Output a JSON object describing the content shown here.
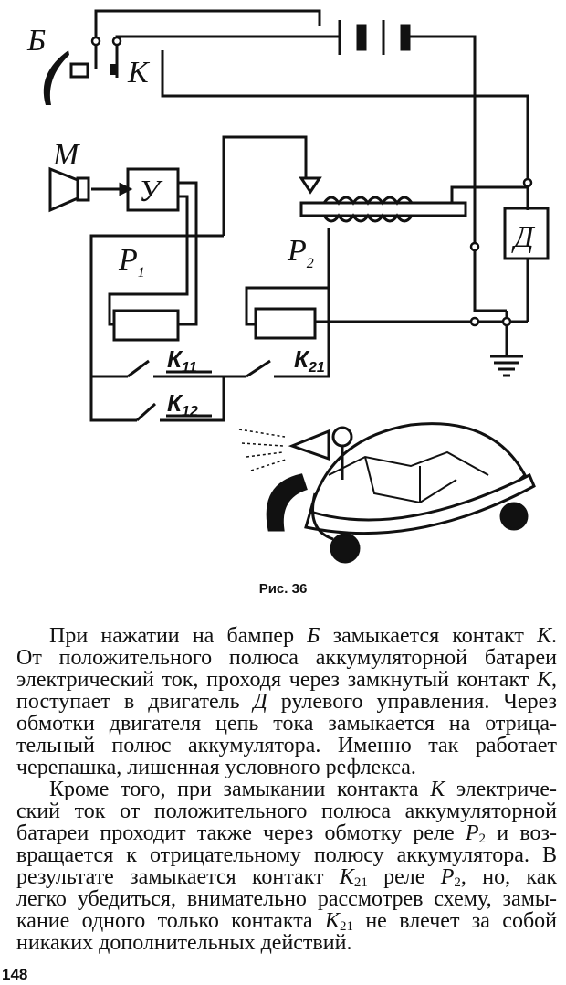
{
  "figure": {
    "labels": {
      "bumper": "Б",
      "contact": "К",
      "microphone": "М",
      "amplifier": "У",
      "relay1": "Р",
      "relay1_sub": "1",
      "relay2": "Р",
      "relay2_sub": "2",
      "motor": "Д",
      "k11": "К",
      "k11_sub": "11",
      "k21": "К",
      "k21_sub": "21",
      "k12": "К",
      "k12_sub": "12"
    },
    "caption": "Рис. 36"
  },
  "body": {
    "lines": [
      {
        "indent": true,
        "segs": [
          {
            "t": "При нажатии на бампер "
          },
          {
            "t": "Б",
            "i": true
          },
          {
            "t": " замыкается контакт "
          },
          {
            "t": "К",
            "i": true
          },
          {
            "t": "."
          }
        ]
      },
      {
        "segs": [
          {
            "t": "От положительного полюса  аккумуляторной  батареи"
          }
        ]
      },
      {
        "segs": [
          {
            "t": "электрический ток, проходя через замкнутый контакт "
          },
          {
            "t": "К",
            "i": true
          },
          {
            "t": ","
          }
        ]
      },
      {
        "segs": [
          {
            "t": "поступает в двигатель "
          },
          {
            "t": "Д",
            "i": true
          },
          {
            "t": " рулевого управления. Через"
          }
        ]
      },
      {
        "segs": [
          {
            "t": "обмотки двигателя цепь  тока замыкается на отрица-"
          }
        ]
      },
      {
        "segs": [
          {
            "t": "тельный полюс аккумулятора.  Именно так работает"
          }
        ]
      },
      {
        "last": true,
        "segs": [
          {
            "t": "черепашка, лишенная условного рефлекса."
          }
        ]
      },
      {
        "indent": true,
        "segs": [
          {
            "t": "Кроме того, при замыкании контакта "
          },
          {
            "t": "К",
            "i": true
          },
          {
            "t": " электриче-"
          }
        ]
      },
      {
        "segs": [
          {
            "t": "ский ток от положительного  полюса аккумуляторной"
          }
        ]
      },
      {
        "segs": [
          {
            "t": "батареи проходит также через обмотку реле "
          },
          {
            "t": "P",
            "i": true
          },
          {
            "t": "2",
            "sub": true
          },
          {
            "t": " и воз-"
          }
        ]
      },
      {
        "segs": [
          {
            "t": "вращается к отрицательному полюсу аккумулятора. В"
          }
        ]
      },
      {
        "segs": [
          {
            "t": "результате замыкается  контакт "
          },
          {
            "t": "К",
            "i": true
          },
          {
            "t": "21",
            "sub": true
          },
          {
            "t": " реле "
          },
          {
            "t": "P",
            "i": true
          },
          {
            "t": "2",
            "sub": true
          },
          {
            "t": ", но, как"
          }
        ]
      },
      {
        "segs": [
          {
            "t": "легко убедиться, внимательно рассмотрев схему, замы-"
          }
        ]
      },
      {
        "segs": [
          {
            "t": "кание одного только контакта "
          },
          {
            "t": "К",
            "i": true
          },
          {
            "t": "21",
            "sub": true
          },
          {
            "t": " не влечет за собой"
          }
        ]
      },
      {
        "last": true,
        "segs": [
          {
            "t": "никаких дополнительных действий."
          }
        ]
      }
    ]
  },
  "page_number": "148"
}
